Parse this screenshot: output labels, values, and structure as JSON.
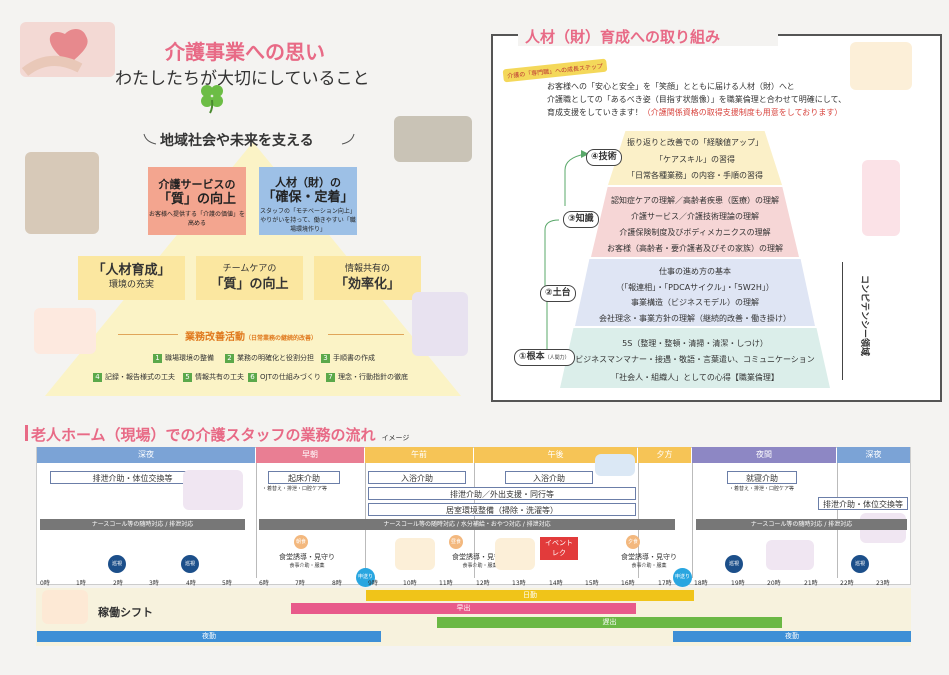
{
  "section1": {
    "title": "介護事業への思い",
    "subtitle": "わたしたちが大切にしていること",
    "pyramid_top": "地域社会や未来を支える",
    "box_quality": {
      "line1": "介護サービスの",
      "line2": "「質」の向上",
      "note": "お客様へ提供する「介護の価値」を高める"
    },
    "box_hr": {
      "line1": "人材（財）の",
      "line2": "「確保・定着」",
      "note1": "スタッフの「モチベーション向上」",
      "note2": "やりがいを持って、働きやすい「職場環境作り」"
    },
    "box_training": {
      "line1": "「人材育成」",
      "line2": "環境の充実"
    },
    "box_team": {
      "line1": "チームケアの",
      "line2": "「質」の向上"
    },
    "box_info": {
      "line1": "情報共有の",
      "line2": "「効率化」"
    },
    "improve_title": "業務改善活動",
    "improve_note": "（日常業務の継続的改善）",
    "items": [
      {
        "n": "1",
        "text": "職場環境の整備"
      },
      {
        "n": "2",
        "text": "業務の明確化と役割分担"
      },
      {
        "n": "3",
        "text": "手順書の作成"
      },
      {
        "n": "4",
        "text": "記録・報告様式の工夫"
      },
      {
        "n": "5",
        "text": "情報共有の工夫"
      },
      {
        "n": "6",
        "text": "OJTの仕組みづくり"
      },
      {
        "n": "7",
        "text": "理念・行動指針の徹底"
      }
    ]
  },
  "section2": {
    "title": "人材（財）育成への取り組み",
    "label_step": "介護の「専門職」への成長ステップ",
    "desc1": "お客様への「安心と安全」を「笑顔」とともに届ける人材（財）へと",
    "desc2": "介護職としての「あるべき姿（目指す状態像）」を職業倫理と合わせて明確にして、",
    "desc3": "育成支援をしていきます！",
    "desc3_red": "（介護関係資格の取得支援制度も用意をしております）",
    "levels": [
      {
        "label": "④技術",
        "rows": [
          "振り返りと改善での「経験値アップ」",
          "「ケアスキル」の習得",
          "「日常各種業務」の内容・手順の習得"
        ]
      },
      {
        "label": "③知識",
        "rows": [
          "認知症ケアの理解／高齢者疾患（医療）の理解",
          "介護サービス／介護技術理論の理解",
          "介護保険制度及びボディメカニクスの理解",
          "お客様（高齢者・要介護者及びその家族）の理解"
        ]
      },
      {
        "label": "②土台",
        "rows": [
          "仕事の進め方の基本",
          "（「報連相」・「PDCAサイクル」・「5W2H」）",
          "事業構造（ビジネスモデル）の理解",
          "会社理念・事業方針の理解（継続的改善・働き掛け）"
        ]
      },
      {
        "label": "①根本",
        "label_small": "（人間力）",
        "rows": [
          "5S（整理・整頓・清掃・清潔・しつけ）",
          "ビジネスマンマナー・接遇・敬語・言葉遣い、コミュニケーション",
          "「社会人・組織人」としての心得【職業倫理】"
        ]
      }
    ],
    "competency": "コンピテンシー領域"
  },
  "section3": {
    "title": "老人ホーム（現場）での介護スタッフの業務の流れ",
    "title_note": "イメージ",
    "periods": [
      {
        "name": "深夜",
        "color": "#7ba3d6"
      },
      {
        "name": "早朝",
        "color": "#e97e93"
      },
      {
        "name": "午前",
        "color": "#f6c456"
      },
      {
        "name": "午後",
        "color": "#f6c456"
      },
      {
        "name": "夕方",
        "color": "#f6c456"
      },
      {
        "name": "夜間",
        "color": "#8d87c4"
      },
      {
        "name": "深夜",
        "color": "#7ba3d6"
      }
    ],
    "tasks": {
      "excretion1": "排泄介助・体位交換等",
      "wakeup": "起床介助",
      "wakeup_note": "・着替え・排泄・口腔ケア等",
      "bath1": "入浴介助",
      "bath2": "入浴介助",
      "outing": "排泄介助／外出支援・同行等",
      "environment": "居室環境整備（掃除・洗濯等）",
      "sleep": "就寝介助",
      "sleep_note": "・着替え・排泄・口腔ケア等",
      "excretion2": "排泄介助・体位交換等",
      "nurse1": "ナースコール等の随時対応 / 排泄対応",
      "nurse2": "ナースコール等の随時対応 / 水分補給・おやつ対応 / 排泄対応",
      "nurse3": "ナースコール等の随時対応 / 排泄対応",
      "patrol": "巡視",
      "handover": "申送り",
      "breakfast": "朝食",
      "lunch": "昼食",
      "dinner": "夕食",
      "meal_care": "食堂誘導・見守り",
      "meal_care_note": "食事介助・服薬",
      "event": "イベント",
      "event2": "レク"
    },
    "hours": [
      "0時",
      "1時",
      "2時",
      "3時",
      "4時",
      "5時",
      "6時",
      "7時",
      "8時",
      "9時",
      "10時",
      "11時",
      "12時",
      "13時",
      "14時",
      "15時",
      "16時",
      "17時",
      "18時",
      "19時",
      "20時",
      "21時",
      "22時",
      "23時"
    ],
    "shift_title": "稼働シフト",
    "shifts": {
      "day": "日勤",
      "early": "早出",
      "late": "遅出",
      "night": "夜勤"
    }
  }
}
